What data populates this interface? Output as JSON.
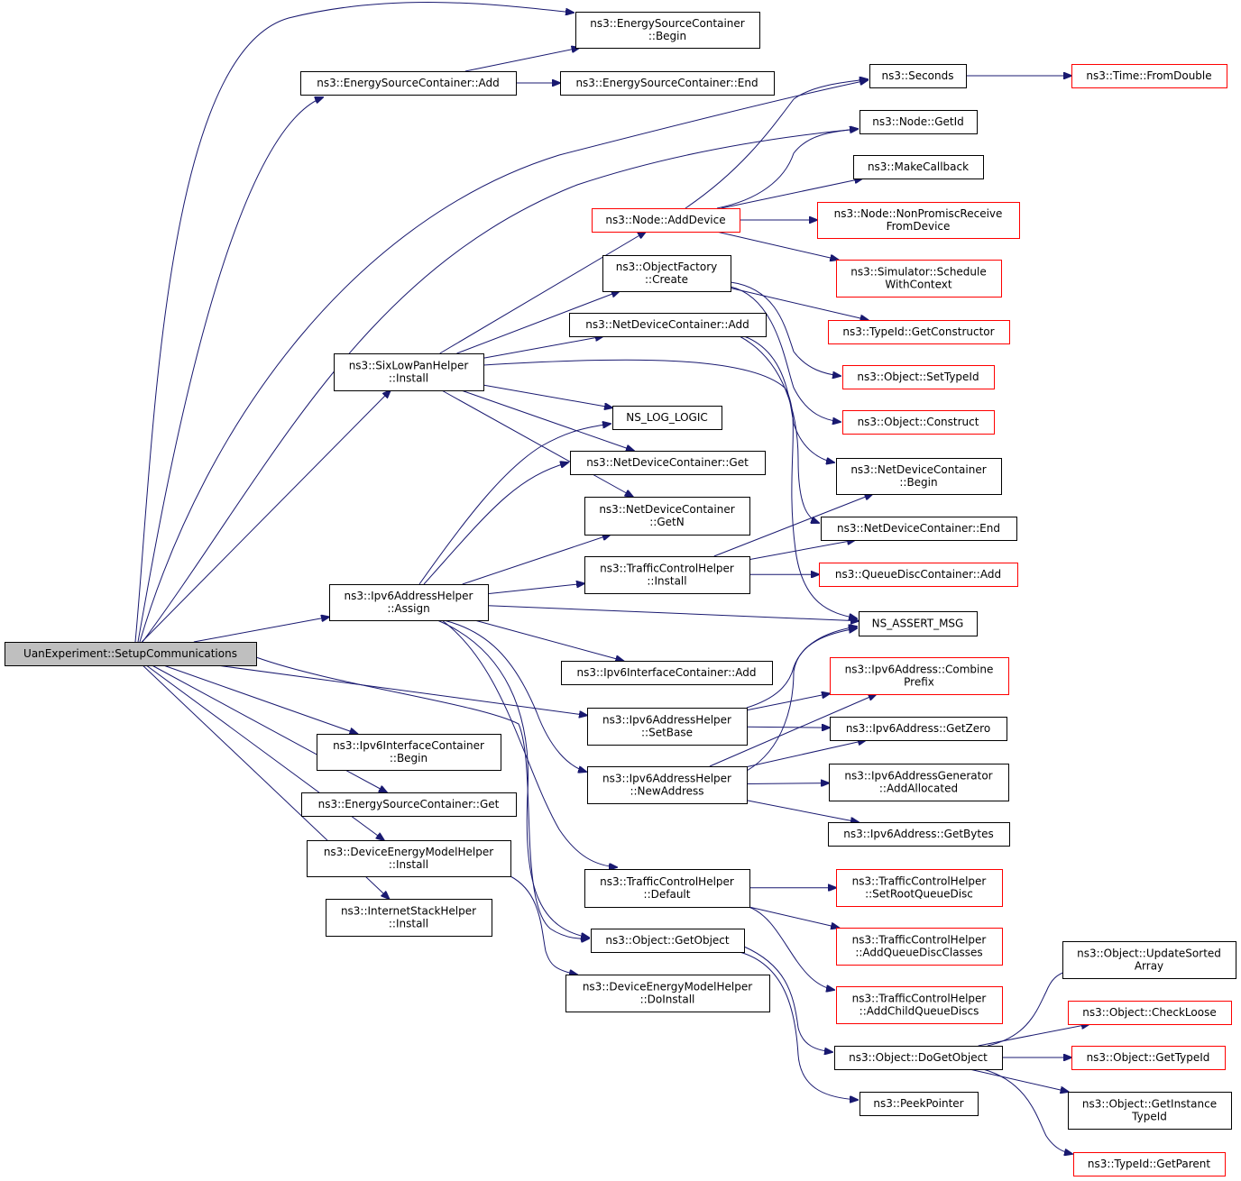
{
  "diagram": {
    "type": "call-graph",
    "edge_color": "#191970",
    "root_fill": "#bfbfbf",
    "truncated_border_color": "#ff0000",
    "nodes": [
      {
        "id": "root",
        "lines": [
          "UanExperiment::SetupCommunications"
        ],
        "style": "root"
      },
      {
        "id": "esc_begin",
        "lines": [
          "ns3::EnergySourceContainer",
          "::Begin"
        ],
        "style": "normal"
      },
      {
        "id": "esc_add",
        "lines": [
          "ns3::EnergySourceContainer::Add"
        ],
        "style": "normal"
      },
      {
        "id": "esc_end",
        "lines": [
          "ns3::EnergySourceContainer::End"
        ],
        "style": "normal"
      },
      {
        "id": "seconds",
        "lines": [
          "ns3::Seconds"
        ],
        "style": "normal"
      },
      {
        "id": "fromdouble",
        "lines": [
          "ns3::Time::FromDouble"
        ],
        "style": "truncated"
      },
      {
        "id": "getid",
        "lines": [
          "ns3::Node::GetId"
        ],
        "style": "normal"
      },
      {
        "id": "makecallback",
        "lines": [
          "ns3::MakeCallback"
        ],
        "style": "normal"
      },
      {
        "id": "adddevice",
        "lines": [
          "ns3::Node::AddDevice"
        ],
        "style": "truncated"
      },
      {
        "id": "nonpromisc",
        "lines": [
          "ns3::Node::NonPromiscReceive",
          "FromDevice"
        ],
        "style": "truncated"
      },
      {
        "id": "schedule",
        "lines": [
          "ns3::Simulator::Schedule",
          "WithContext"
        ],
        "style": "truncated"
      },
      {
        "id": "of_create",
        "lines": [
          "ns3::ObjectFactory",
          "::Create"
        ],
        "style": "normal"
      },
      {
        "id": "getconstructor",
        "lines": [
          "ns3::TypeId::GetConstructor"
        ],
        "style": "truncated"
      },
      {
        "id": "ndc_add",
        "lines": [
          "ns3::NetDeviceContainer::Add"
        ],
        "style": "normal"
      },
      {
        "id": "settypeid",
        "lines": [
          "ns3::Object::SetTypeId"
        ],
        "style": "truncated"
      },
      {
        "id": "sixlowpan",
        "lines": [
          "ns3::SixLowPanHelper",
          "::Install"
        ],
        "style": "normal"
      },
      {
        "id": "construct",
        "lines": [
          "ns3::Object::Construct"
        ],
        "style": "truncated"
      },
      {
        "id": "nslog",
        "lines": [
          "NS_LOG_LOGIC"
        ],
        "style": "normal"
      },
      {
        "id": "ndc_get",
        "lines": [
          "ns3::NetDeviceContainer::Get"
        ],
        "style": "normal"
      },
      {
        "id": "ndc_begin",
        "lines": [
          "ns3::NetDeviceContainer",
          "::Begin"
        ],
        "style": "normal"
      },
      {
        "id": "ndc_getn",
        "lines": [
          "ns3::NetDeviceContainer",
          "::GetN"
        ],
        "style": "normal"
      },
      {
        "id": "ndc_end",
        "lines": [
          "ns3::NetDeviceContainer::End"
        ],
        "style": "normal"
      },
      {
        "id": "tch_install",
        "lines": [
          "ns3::TrafficControlHelper",
          "::Install"
        ],
        "style": "normal"
      },
      {
        "id": "qdc_add",
        "lines": [
          "ns3::QueueDiscContainer::Add"
        ],
        "style": "truncated"
      },
      {
        "id": "ipv6ah_assign",
        "lines": [
          "ns3::Ipv6AddressHelper",
          "::Assign"
        ],
        "style": "normal"
      },
      {
        "id": "assertmsg",
        "lines": [
          "NS_ASSERT_MSG"
        ],
        "style": "normal"
      },
      {
        "id": "ipv6ic_add",
        "lines": [
          "ns3::Ipv6InterfaceContainer::Add"
        ],
        "style": "normal"
      },
      {
        "id": "combineprefix",
        "lines": [
          "ns3::Ipv6Address::Combine",
          "Prefix"
        ],
        "style": "truncated"
      },
      {
        "id": "setbase",
        "lines": [
          "ns3::Ipv6AddressHelper",
          "::SetBase"
        ],
        "style": "normal"
      },
      {
        "id": "getzero",
        "lines": [
          "ns3::Ipv6Address::GetZero"
        ],
        "style": "normal"
      },
      {
        "id": "ipv6ic_begin",
        "lines": [
          "ns3::Ipv6InterfaceContainer",
          "::Begin"
        ],
        "style": "normal"
      },
      {
        "id": "newaddress",
        "lines": [
          "ns3::Ipv6AddressHelper",
          "::NewAddress"
        ],
        "style": "normal"
      },
      {
        "id": "addallocated",
        "lines": [
          "ns3::Ipv6AddressGenerator",
          "::AddAllocated"
        ],
        "style": "normal"
      },
      {
        "id": "esc_get",
        "lines": [
          "ns3::EnergySourceContainer::Get"
        ],
        "style": "normal"
      },
      {
        "id": "getbytes",
        "lines": [
          "ns3::Ipv6Address::GetBytes"
        ],
        "style": "normal"
      },
      {
        "id": "demh_install",
        "lines": [
          "ns3::DeviceEnergyModelHelper",
          "::Install"
        ],
        "style": "normal"
      },
      {
        "id": "tch_default",
        "lines": [
          "ns3::TrafficControlHelper",
          "::Default"
        ],
        "style": "normal"
      },
      {
        "id": "setrootqd",
        "lines": [
          "ns3::TrafficControlHelper",
          "::SetRootQueueDisc"
        ],
        "style": "truncated"
      },
      {
        "id": "ish_install",
        "lines": [
          "ns3::InternetStackHelper",
          "::Install"
        ],
        "style": "normal"
      },
      {
        "id": "getobject",
        "lines": [
          "ns3::Object::GetObject"
        ],
        "style": "normal"
      },
      {
        "id": "addqdclasses",
        "lines": [
          "ns3::TrafficControlHelper",
          "::AddQueueDiscClasses"
        ],
        "style": "truncated"
      },
      {
        "id": "updatesorted",
        "lines": [
          "ns3::Object::UpdateSorted",
          "Array"
        ],
        "style": "normal"
      },
      {
        "id": "demh_doinstall",
        "lines": [
          "ns3::DeviceEnergyModelHelper",
          "::DoInstall"
        ],
        "style": "normal"
      },
      {
        "id": "addchildqd",
        "lines": [
          "ns3::TrafficControlHelper",
          "::AddChildQueueDiscs"
        ],
        "style": "truncated"
      },
      {
        "id": "checkloose",
        "lines": [
          "ns3::Object::CheckLoose"
        ],
        "style": "truncated"
      },
      {
        "id": "dogetobject",
        "lines": [
          "ns3::Object::DoGetObject"
        ],
        "style": "normal"
      },
      {
        "id": "gettypeid",
        "lines": [
          "ns3::Object::GetTypeId"
        ],
        "style": "truncated"
      },
      {
        "id": "peekpointer",
        "lines": [
          "ns3::PeekPointer"
        ],
        "style": "normal"
      },
      {
        "id": "getinstancetypeid",
        "lines": [
          "ns3::Object::GetInstance",
          "TypeId"
        ],
        "style": "normal"
      },
      {
        "id": "getparent",
        "lines": [
          "ns3::TypeId::GetParent"
        ],
        "style": "truncated"
      }
    ],
    "edges": [
      [
        "root",
        "esc_begin"
      ],
      [
        "root",
        "esc_add"
      ],
      [
        "root",
        "seconds"
      ],
      [
        "root",
        "sixlowpan"
      ],
      [
        "root",
        "ipv6ah_assign"
      ],
      [
        "root",
        "setbase"
      ],
      [
        "root",
        "getobject"
      ],
      [
        "root",
        "ipv6ic_begin"
      ],
      [
        "root",
        "esc_get"
      ],
      [
        "root",
        "demh_install"
      ],
      [
        "root",
        "ish_install"
      ],
      [
        "root",
        "getid"
      ],
      [
        "esc_add",
        "esc_begin"
      ],
      [
        "esc_add",
        "esc_end"
      ],
      [
        "seconds",
        "fromdouble"
      ],
      [
        "adddevice",
        "seconds"
      ],
      [
        "adddevice",
        "getid"
      ],
      [
        "adddevice",
        "makecallback"
      ],
      [
        "adddevice",
        "nonpromisc"
      ],
      [
        "adddevice",
        "schedule"
      ],
      [
        "of_create",
        "getconstructor"
      ],
      [
        "of_create",
        "settypeid"
      ],
      [
        "of_create",
        "construct"
      ],
      [
        "ndc_add",
        "ndc_begin"
      ],
      [
        "ndc_add",
        "ndc_end"
      ],
      [
        "sixlowpan",
        "adddevice"
      ],
      [
        "sixlowpan",
        "of_create"
      ],
      [
        "sixlowpan",
        "ndc_add"
      ],
      [
        "sixlowpan",
        "nslog"
      ],
      [
        "sixlowpan",
        "ndc_get"
      ],
      [
        "sixlowpan",
        "ndc_getn"
      ],
      [
        "sixlowpan",
        "assertmsg"
      ],
      [
        "tch_install",
        "ndc_begin"
      ],
      [
        "tch_install",
        "ndc_end"
      ],
      [
        "tch_install",
        "qdc_add"
      ],
      [
        "ipv6ah_assign",
        "nslog"
      ],
      [
        "ipv6ah_assign",
        "ndc_get"
      ],
      [
        "ipv6ah_assign",
        "ndc_getn"
      ],
      [
        "ipv6ah_assign",
        "tch_install"
      ],
      [
        "ipv6ah_assign",
        "assertmsg"
      ],
      [
        "ipv6ah_assign",
        "ipv6ic_add"
      ],
      [
        "ipv6ah_assign",
        "newaddress"
      ],
      [
        "ipv6ah_assign",
        "tch_default"
      ],
      [
        "ipv6ah_assign",
        "getobject"
      ],
      [
        "setbase",
        "assertmsg"
      ],
      [
        "setbase",
        "combineprefix"
      ],
      [
        "setbase",
        "getzero"
      ],
      [
        "newaddress",
        "assertmsg"
      ],
      [
        "newaddress",
        "combineprefix"
      ],
      [
        "newaddress",
        "getzero"
      ],
      [
        "newaddress",
        "addallocated"
      ],
      [
        "newaddress",
        "getbytes"
      ],
      [
        "demh_install",
        "demh_doinstall"
      ],
      [
        "tch_default",
        "setrootqd"
      ],
      [
        "tch_default",
        "addqdclasses"
      ],
      [
        "tch_default",
        "addchildqd"
      ],
      [
        "getobject",
        "dogetobject"
      ],
      [
        "getobject",
        "peekpointer"
      ],
      [
        "dogetobject",
        "updatesorted"
      ],
      [
        "dogetobject",
        "checkloose"
      ],
      [
        "dogetobject",
        "gettypeid"
      ],
      [
        "dogetobject",
        "getinstancetypeid"
      ],
      [
        "dogetobject",
        "getparent"
      ]
    ]
  }
}
